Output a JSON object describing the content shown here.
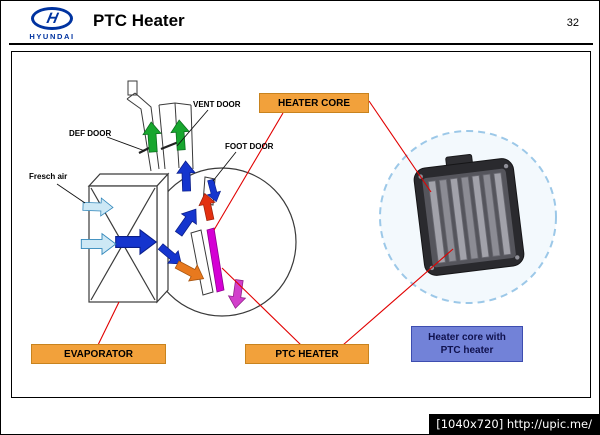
{
  "header": {
    "brand": "HYUNDAI",
    "logo_letter": "H",
    "title": "PTC Heater",
    "page_number": "32"
  },
  "diagram": {
    "door_labels": {
      "vent": "VENT DOOR",
      "def": "DEF DOOR",
      "foot": "FOOT DOOR",
      "fresh_air": "Fresch air"
    },
    "callouts": {
      "heater_core": "HEATER CORE",
      "evaporator": "EVAPORATOR",
      "ptc_heater": "PTC HEATER"
    },
    "photo_caption": {
      "line1": "Heater core with",
      "line2": "PTC heater"
    }
  },
  "colors": {
    "callout_bg": "#F2A13B",
    "caption_bg": "#7282D8",
    "brand_blue": "#0033A0",
    "connector_red": "#E10000",
    "arrow_green": "#17A62E",
    "arrow_blue": "#1535CE",
    "arrow_cyan": "#CDE8F5",
    "arrow_orange": "#E8791E",
    "arrow_pink": "#D23FCB",
    "ptc_bar_magenta": "#D400D4"
  },
  "watermark": "[1040x720] http://upic.me/"
}
